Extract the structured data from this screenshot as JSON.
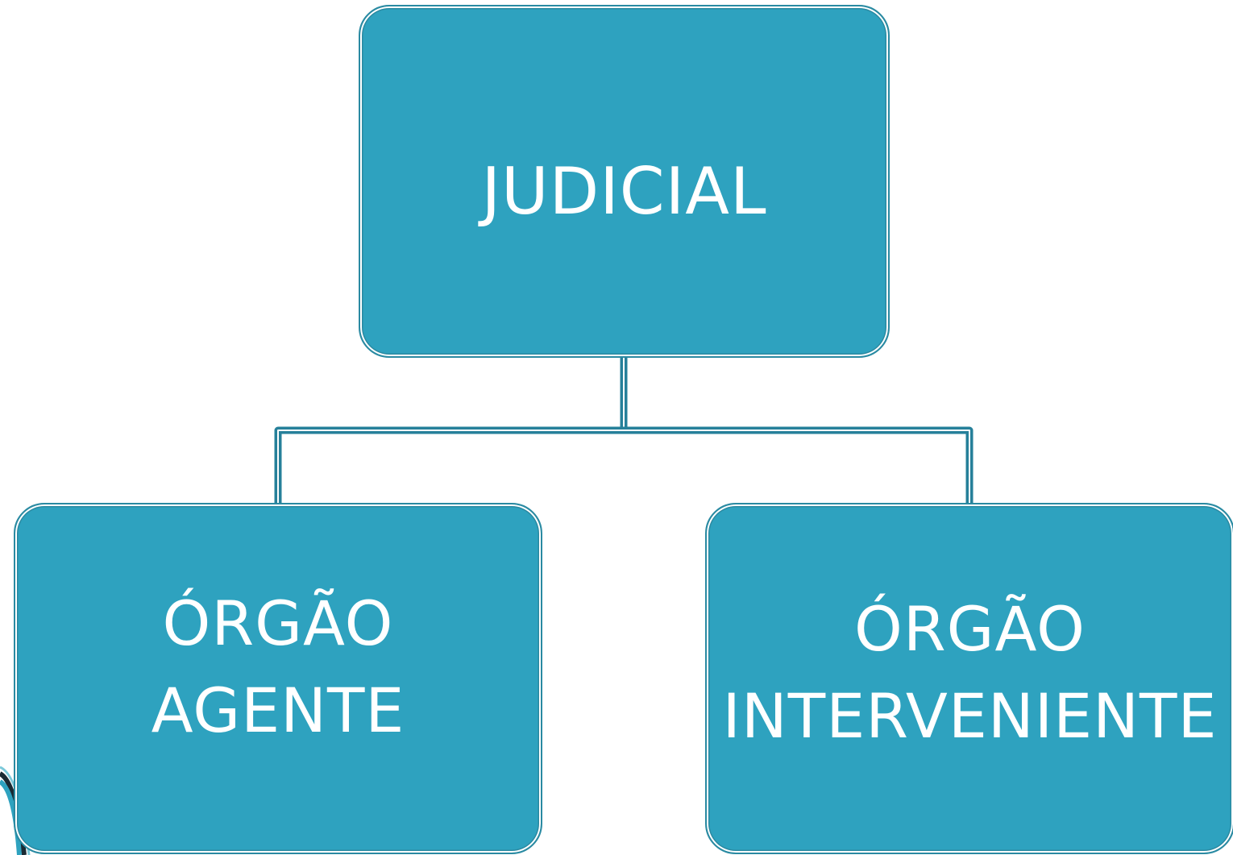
{
  "diagram": {
    "nodes": [
      {
        "id": "top",
        "lines": [
          "JUDICIAL"
        ]
      },
      {
        "id": "left",
        "lines": [
          "ÓRGÃO",
          "AGENTE"
        ]
      },
      {
        "id": "right",
        "lines": [
          "ÓRGÃO",
          "INTERVENIENTE"
        ]
      }
    ],
    "edges": [
      {
        "from": "top",
        "to": "left"
      },
      {
        "from": "top",
        "to": "right"
      }
    ]
  },
  "colors": {
    "box_fill": "#2ea2bf",
    "box_border": "#2a8aa2",
    "connector": "#26809a",
    "text": "#ffffff"
  }
}
